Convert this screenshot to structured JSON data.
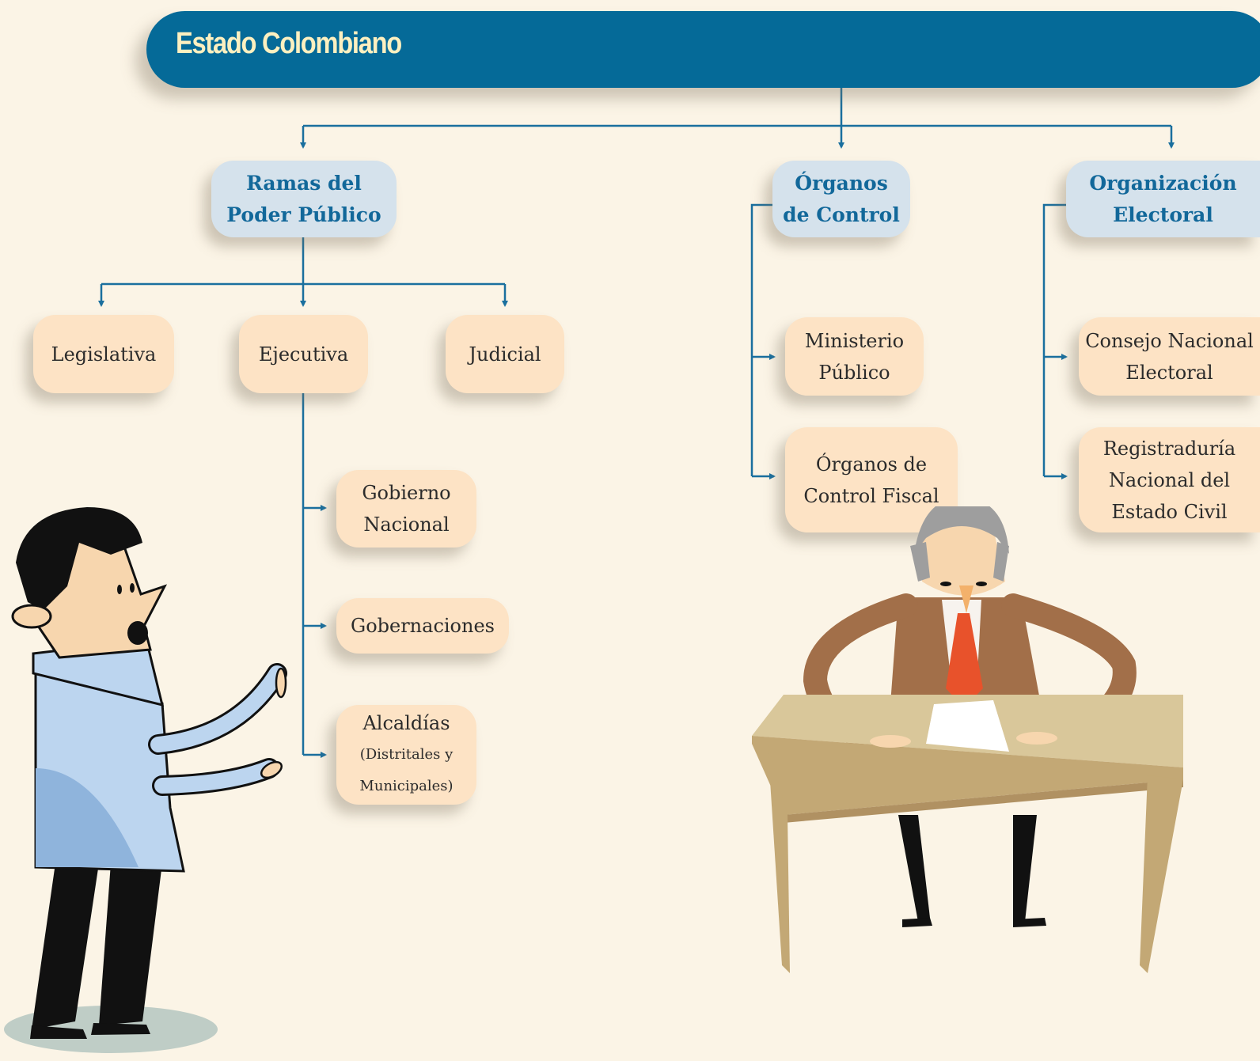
{
  "title": "Estado Colombiano",
  "groups": {
    "ramas": {
      "title_lines": [
        "Ramas del",
        "Poder Público"
      ],
      "branches": {
        "legislativa": "Legislativa",
        "ejecutiva": "Ejecutiva",
        "judicial": "Judicial"
      },
      "ejecutiva_children": {
        "gobierno": [
          "Gobierno",
          "Nacional"
        ],
        "gobernaciones": "Gobernaciones",
        "alcaldias": [
          "Alcaldías",
          "(Distritales y",
          "Municipales)"
        ]
      }
    },
    "organos": {
      "title_lines": [
        "Órganos",
        "de Control"
      ],
      "children": {
        "ministerio": [
          "Ministerio",
          "Público"
        ],
        "fiscal": [
          "Órganos de",
          "Control Fiscal"
        ]
      }
    },
    "electoral": {
      "title_lines": [
        "Organización",
        "Electoral"
      ],
      "children": {
        "consejo": [
          "Consejo Nacional",
          "Electoral"
        ],
        "registraduria": [
          "Registraduría",
          "Nacional del",
          "Estado Civil"
        ]
      }
    }
  },
  "colors": {
    "banner": "#056a98",
    "banner_text": "#fdf0c0",
    "header_box": "#d5e2ec",
    "header_text": "#12689a",
    "node_box": "#fde3c5",
    "connector": "#1a6f9e",
    "background": "#fbf4e6"
  },
  "illustrations": [
    "standing-man-illustration",
    "man-at-desk-illustration"
  ]
}
